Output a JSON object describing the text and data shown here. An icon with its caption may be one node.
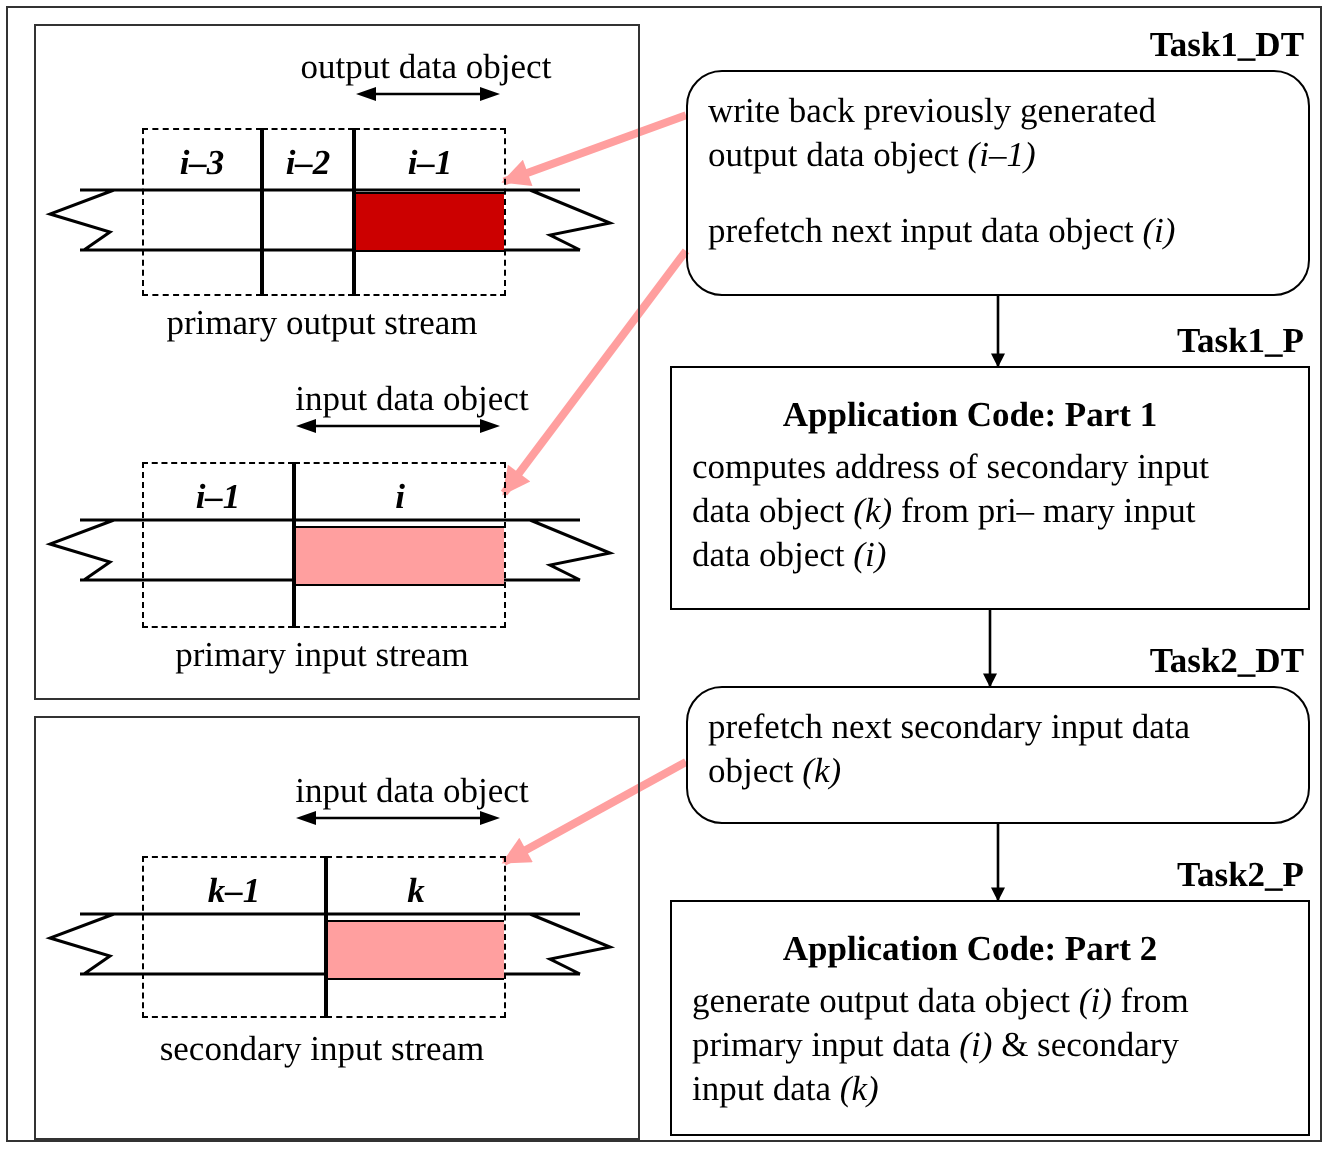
{
  "diagram": {
    "nodes": [
      {
        "text": [],
        "shape": "box"
      },
      {
        "text": [
          "i–3"
        ],
        "in": 0
      },
      {
        "text": [
          "i–2"
        ],
        "in": 0
      },
      {
        "text": [
          "i–1"
        ],
        "in": 0
      },
      {
        "text": [
          "i–1"
        ],
        "in": 0
      },
      {
        "text": [
          "i"
        ],
        "in": 0
      },
      {
        "text": [],
        "shape": "box"
      },
      {
        "text": [
          "k–1"
        ],
        "in": 6
      },
      {
        "text": [
          "k"
        ],
        "in": 6
      },
      {
        "text": [
          "Task1_DT",
          "write back previously generated output data object *(i–1)*",
          "prefetch next input data object *(i)*"
        ]
      },
      {
        "text": [
          "Task1_P",
          "Application Code: Part 1",
          "computes address of secondary input data object *(k)* from pri– mary input data object *(i)*"
        ]
      },
      {
        "text": [
          "Task2_DT",
          "prefetch next secondary input data object *(k)*"
        ]
      },
      {
        "text": [
          "Task2_P",
          "Application Code: Part 2",
          "generate output data object *(i)* from primary input data *(i)* & secondary input data *(k)*"
        ]
      }
    ],
    "edges": [
      {
        "from": 9,
        "to": 3,
        "arrow": "to",
        "style": "thick",
        "color": "#ff9f9f"
      },
      {
        "from": 9,
        "to": 5,
        "arrow": "to",
        "style": "thick",
        "color": "#ff9f9f"
      },
      {
        "from": 9,
        "to": 10,
        "arrow": "to",
        "color": "#000000"
      },
      {
        "from": 10,
        "to": 11,
        "arrow": "to",
        "color": "#000000"
      },
      {
        "from": 11,
        "to": 8,
        "arrow": "to",
        "style": "thick",
        "color": "#ff9f9f"
      },
      {
        "from": 11,
        "to": 12,
        "arrow": "to",
        "color": "#000000"
      }
    ],
    "labels": [
      "output data object",
      "primary output stream",
      "input data object",
      "primary input stream",
      "input data object",
      "secondary input stream"
    ]
  }
}
